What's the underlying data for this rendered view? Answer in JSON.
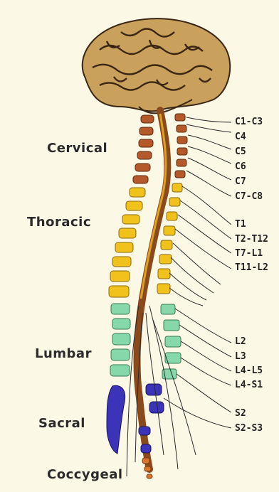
{
  "regions": {
    "cervical": "Cervical",
    "thoracic": "Thoracic",
    "lumbar": "Lumbar",
    "sacral": "Sacral",
    "coccygeal": "Coccygeal"
  },
  "nerve_labels": [
    "C1-C3",
    "C4",
    "C5",
    "C6",
    "C7",
    "C7-C8",
    "T1",
    "T2-T12",
    "T7-L1",
    "T11-L2",
    "L2",
    "L3",
    "L4-L5",
    "L4-S1",
    "S2",
    "S2-S3"
  ],
  "colors": {
    "background": "#fbf8e6",
    "cervical": "#b5582a",
    "thoracic": "#f2c21c",
    "lumbar": "#86d8ab",
    "sacral": "#3b33b8",
    "coccygeal": "#d9742c",
    "cord": "#8a4a1c",
    "brain": "#c9a05c"
  }
}
